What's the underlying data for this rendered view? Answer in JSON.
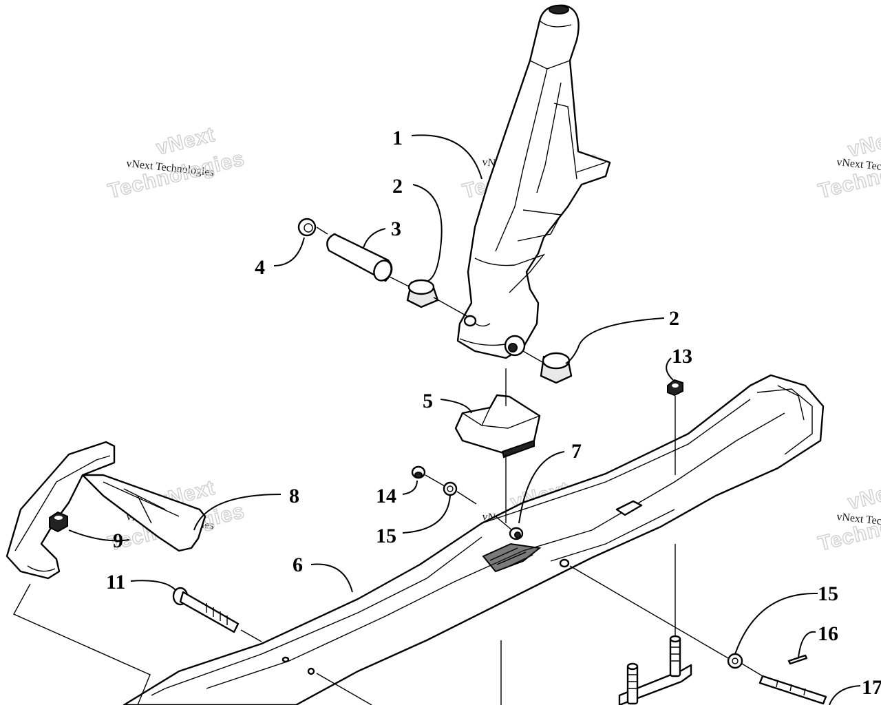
{
  "callouts": [
    {
      "id": "c1",
      "label": "1"
    },
    {
      "id": "c2a",
      "label": "2"
    },
    {
      "id": "c3",
      "label": "3"
    },
    {
      "id": "c4",
      "label": "4"
    },
    {
      "id": "c2b",
      "label": "2"
    },
    {
      "id": "c13",
      "label": "13"
    },
    {
      "id": "c5",
      "label": "5"
    },
    {
      "id": "c7",
      "label": "7"
    },
    {
      "id": "c8",
      "label": "8"
    },
    {
      "id": "c14",
      "label": "14"
    },
    {
      "id": "c15a",
      "label": "15"
    },
    {
      "id": "c9",
      "label": "9"
    },
    {
      "id": "c6",
      "label": "6"
    },
    {
      "id": "c11",
      "label": "11"
    },
    {
      "id": "c15b",
      "label": "15"
    },
    {
      "id": "c16",
      "label": "16"
    },
    {
      "id": "c17",
      "label": "17"
    }
  ],
  "watermark": {
    "line1": "vNext",
    "line2": "vNext Technologies",
    "line3": "Technologies",
    "edge": "vNext Tec"
  }
}
